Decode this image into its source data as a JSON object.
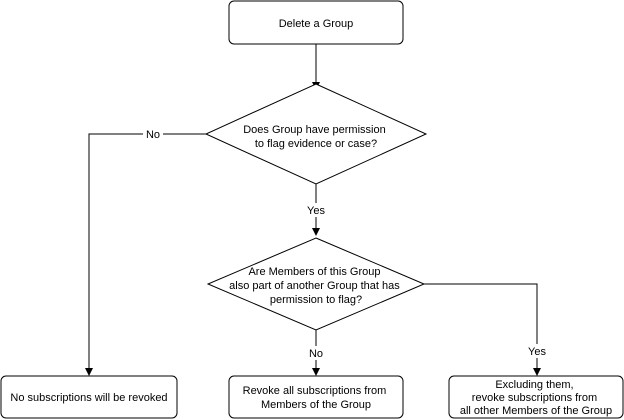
{
  "diagram": {
    "start": {
      "lines": [
        "Delete a Group"
      ]
    },
    "decision_permission": {
      "lines": [
        "Does Group have permission",
        "to flag evidence or case?"
      ]
    },
    "decision_members": {
      "lines": [
        "Are Members of this Group",
        "also part of another Group that has",
        "permission to flag?"
      ]
    },
    "end_none": {
      "lines": [
        "No subscriptions will be revoked"
      ]
    },
    "end_revoke_all": {
      "lines": [
        "Revoke all subscriptions from",
        "Members of the Group"
      ]
    },
    "end_revoke_others": {
      "lines": [
        "Excluding them,",
        "revoke subscriptions from",
        "all other Members of the Group"
      ]
    },
    "edge_labels": {
      "permission_no": "No",
      "permission_yes": "Yes",
      "members_no": "No",
      "members_yes": "Yes"
    }
  }
}
